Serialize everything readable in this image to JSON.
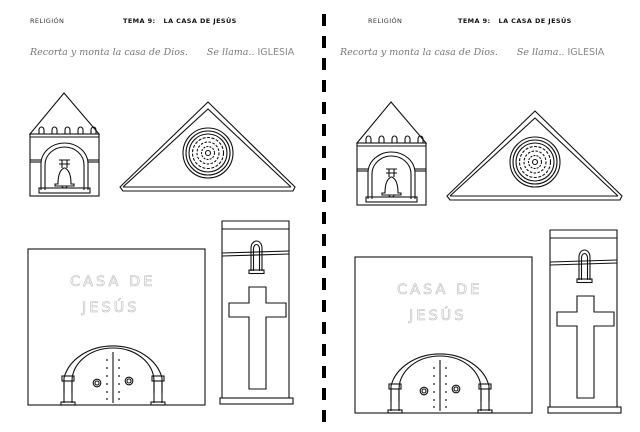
{
  "worksheet": {
    "halves": [
      {
        "side": "left",
        "subject_label": "RELIGIÓN",
        "topic_label": "TEMA 9:   LA CASA DE JESÚS",
        "instruction": "Recorta y monta la casa de Dios.",
        "answer_prompt": "Se llama..",
        "answer_value": "IGLESIA",
        "facade_text_line1": "CASA DE",
        "facade_text_line2": "JESÚS"
      },
      {
        "side": "right",
        "subject_label": "RELIGIÓN",
        "topic_label": "TEMA 9:   LA CASA DE JESÚS",
        "instruction": "Recorta y monta la casa de Dios.",
        "answer_prompt": "Se llama..",
        "answer_value": "IGLESIA",
        "facade_text_line1": "CASA DE",
        "facade_text_line2": "JESÚS"
      }
    ],
    "pieces": [
      "bell-tower-top",
      "pediment-with-rose-window",
      "facade-with-arched-door",
      "side-wall-with-cross"
    ],
    "cut_line_style": "dashed",
    "colors": {
      "line": "#111111",
      "tracing": "#bbbbbb",
      "instruction": "#777777",
      "background": "#ffffff"
    }
  }
}
